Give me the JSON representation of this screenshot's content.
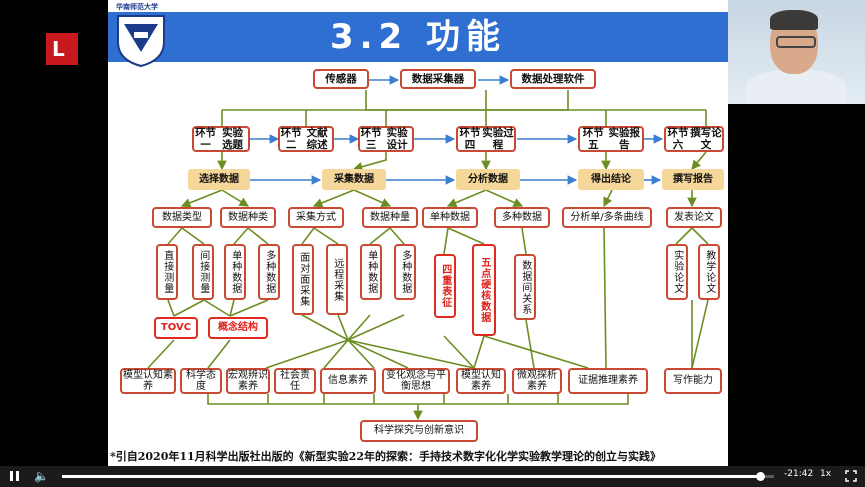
{
  "slide": {
    "title": "3.2 功能",
    "university": "华南师范大学",
    "tools": [
      "传感器",
      "数据采集器",
      "数据处理软件"
    ],
    "stages": [
      {
        "name": "环节一",
        "desc": "实验选题"
      },
      {
        "name": "环节二",
        "desc": "文献综述"
      },
      {
        "name": "环节三",
        "desc": "实验设计"
      },
      {
        "name": "环节四",
        "desc": "实验过程"
      },
      {
        "name": "环节五",
        "desc": "实验报告"
      },
      {
        "name": "环节六",
        "desc": "撰写论文"
      }
    ],
    "steps": [
      "选择数据",
      "采集数据",
      "分析数据",
      "得出结论",
      "撰写报告"
    ],
    "level3": [
      "数据类型",
      "数据种类",
      "采集方式",
      "数据种量",
      "单种数据",
      "多种数据",
      "分析单/多条曲线",
      "发表论文"
    ],
    "level4": [
      "直接测量",
      "间接测量",
      "单种数据",
      "多种数据",
      "面对面采集",
      "远程采集",
      "单种数据",
      "多种数据",
      "四重表征",
      "五点硬核数据",
      "数据间关系",
      "实验论文",
      "教学论文"
    ],
    "level5": [
      "TOVC",
      "概念结构"
    ],
    "competencies": [
      "模型认知素养",
      "科学态度",
      "宏观辨识素养",
      "社会责任",
      "信息素养",
      "变化观念与平衡思想",
      "模型认知素养",
      "微观探析素养",
      "证据推理素养",
      "写作能力"
    ],
    "final": "科学探究与创新意识",
    "footnote": "*引自2020年11月科学出版社出版的《新型实验22年的探索：手持技术数字化化学实验教学理论的创立与实践》"
  },
  "player": {
    "channel_logo": "L",
    "time_remaining": "-21:42",
    "speed": "1x",
    "progress": 0.98
  },
  "colors": {
    "title_bar": "#2e6fd1",
    "box_border": "#c94a33",
    "step_fill": "#f6d79a",
    "arrow_blue": "#3b7fd0",
    "line_green": "#6b8e23",
    "highlight_red": "#e0211b"
  }
}
